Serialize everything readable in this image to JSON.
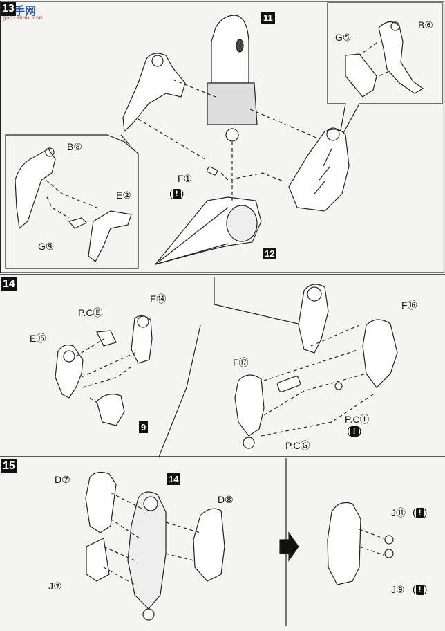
{
  "watermark": {
    "text": "高手网",
    "url": "gao-shou.com"
  },
  "steps": [
    {
      "number": "13",
      "main_part": "11",
      "assembly_part": "12",
      "labels": {
        "f1": "F①",
        "b8": "B⑧",
        "e2": "E②",
        "g9": "G⑨",
        "g5": "G⑤",
        "b6": "B⑥"
      }
    },
    {
      "number": "14",
      "part_ref": "9",
      "labels": {
        "pce": "P.CⒺ",
        "e14": "E⑭",
        "e15": "E⑮",
        "f16": "F⑯",
        "f17": "F⑰",
        "pci": "P.CⒾ",
        "pcg": "P.CⒼ"
      }
    },
    {
      "number": "15",
      "part_ref": "14",
      "labels": {
        "d7": "D⑦",
        "d8": "D⑧",
        "j7": "J⑦",
        "j11": "J⑪",
        "j9": "J⑨"
      }
    }
  ],
  "warning_symbol": "!"
}
